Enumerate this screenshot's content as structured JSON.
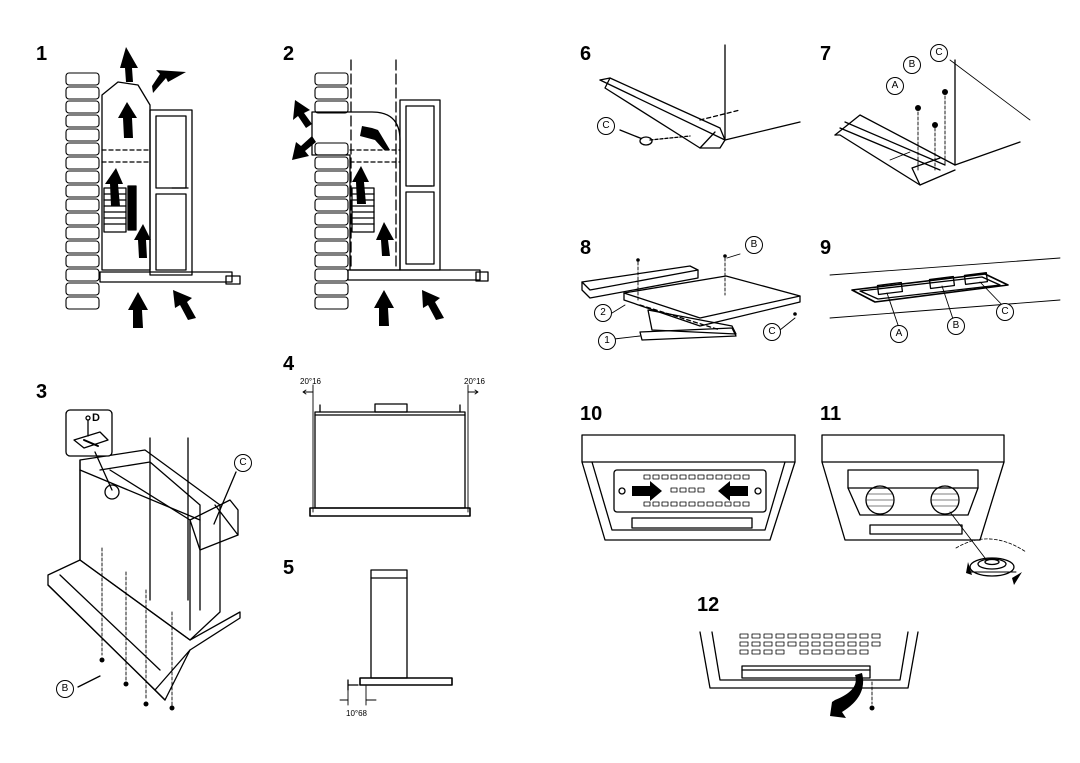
{
  "figures": [
    {
      "id": "1",
      "label": "1"
    },
    {
      "id": "2",
      "label": "2"
    },
    {
      "id": "3",
      "label": "3"
    },
    {
      "id": "4",
      "label": "4"
    },
    {
      "id": "5",
      "label": "5"
    },
    {
      "id": "6",
      "label": "6"
    },
    {
      "id": "7",
      "label": "7"
    },
    {
      "id": "8",
      "label": "8"
    },
    {
      "id": "9",
      "label": "9"
    },
    {
      "id": "10",
      "label": "10"
    },
    {
      "id": "11",
      "label": "11"
    },
    {
      "id": "12",
      "label": "12"
    }
  ],
  "callouts": {
    "fig3_d": "D",
    "fig3_c": "C",
    "fig3_b": "B",
    "fig6_c": "C",
    "fig7_a": "A",
    "fig7_b": "B",
    "fig7_c": "C",
    "fig8_b": "B",
    "fig8_c": "C",
    "fig8_1": "1",
    "fig8_2": "2",
    "fig9_a": "A",
    "fig9_b": "B",
    "fig9_c": "C"
  },
  "dimensions": {
    "fig4_left": "20°16",
    "fig4_right": "20°16",
    "fig5_bottom": "10°68"
  }
}
